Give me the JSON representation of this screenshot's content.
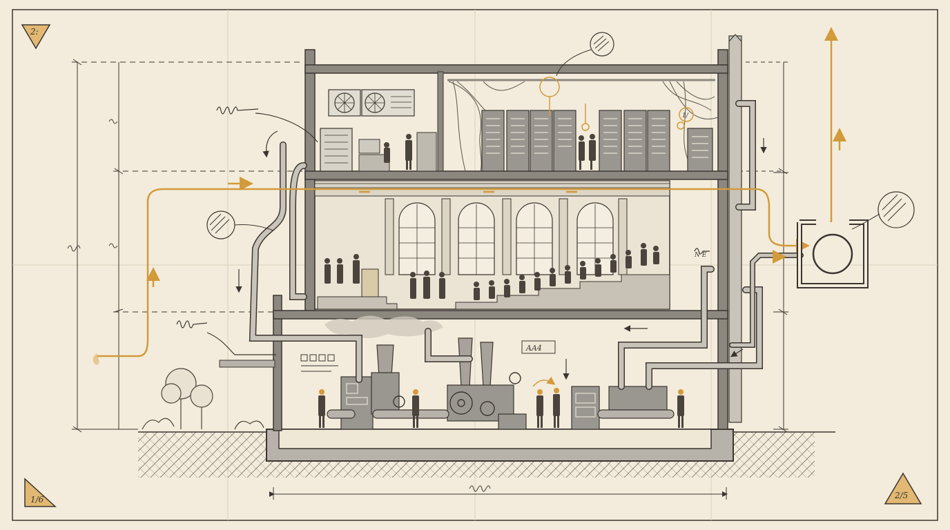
{
  "corner_marks": {
    "top_left": "2:",
    "bottom_left": "1/6",
    "bottom_right": "2/5"
  },
  "labels": {
    "machine_plate": "AA4",
    "annotation_server": "1/",
    "annotation_right": "N E"
  },
  "colors": {
    "paper": "#f3ecdc",
    "ink": "#3a3530",
    "flow": "#d29a3a",
    "steel": "#9a9690",
    "shade": "#b8b3aa"
  },
  "floors": [
    {
      "id": "server-level",
      "contents": [
        "air-conditioning units",
        "control console",
        "operators",
        "server racks",
        "cable bundles"
      ]
    },
    {
      "id": "assembly-hall",
      "contents": [
        "arched windows",
        "speaker podium",
        "tiered seating",
        "audience"
      ]
    },
    {
      "id": "factory-floor",
      "contents": [
        "smokestacks",
        "gear machines",
        "conveyor belts",
        "workers in hard hats"
      ]
    }
  ]
}
